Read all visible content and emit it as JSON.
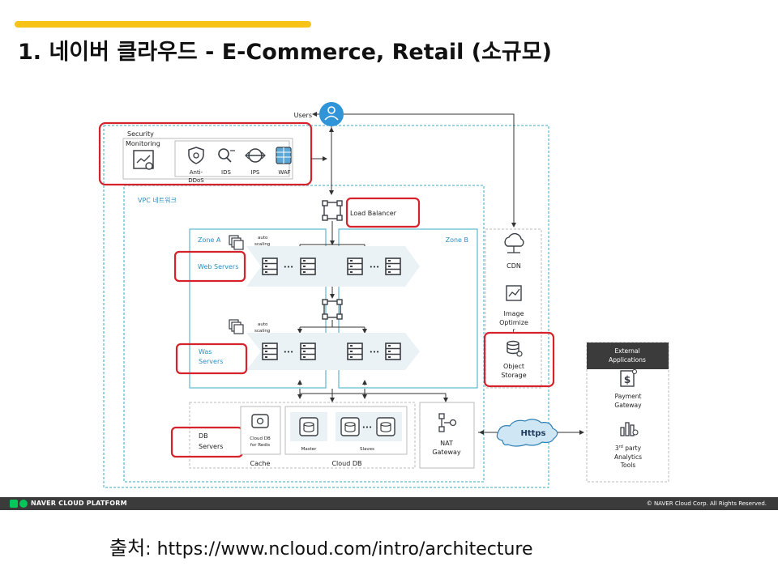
{
  "page": {
    "title": "1. 네이버 클라우드 - E-Commerce, Retail (소규모)",
    "source_prefix": "출처",
    "source_url": ": https://www.ncloud.com/intro/architecture"
  },
  "footer": {
    "brand": "NAVER CLOUD PLATFORM",
    "copyright": "© NAVER Cloud Corp. All Rights Reserved."
  },
  "diagram": {
    "users": "Users",
    "security_title_1": "Security",
    "security_title_2": "Monitoring",
    "anti_ddos_1": "Anti-",
    "anti_ddos_2": "DDoS",
    "ids": "IDS",
    "ips": "IPS",
    "waf": "WAF",
    "vpc": "VPC 네트워크",
    "load_balancer": "Load Balancer",
    "zone_a": "Zone A",
    "zone_b": "Zone B",
    "auto_scaling_1": "auto",
    "auto_scaling_2": "scaling",
    "web_servers": "Web Servers",
    "was_1": "Was",
    "was_2": "Servers",
    "ellipsis": "•••",
    "cdn": "CDN",
    "image_optimizer_1": "Image",
    "image_optimizer_2": "Optimize",
    "image_optimizer_3": "r",
    "object_storage_1": "Object",
    "object_storage_2": "Storage",
    "external_1": "External",
    "external_2": "Applications",
    "payment_1": "Payment",
    "payment_2": "Gateway",
    "third_party_1a": "3",
    "third_party_1b": "rd",
    "third_party_1c": " party",
    "third_party_2": "Analytics",
    "third_party_3": "Tools",
    "db_1": "DB",
    "db_2": "Servers",
    "cloud_db_redis_1": "Cloud DB",
    "cloud_db_redis_2": "for Redis",
    "master": "Master",
    "slaves": "Slaves",
    "cache": "Cache",
    "cloud_db": "Cloud DB",
    "nat_1": "NAT",
    "nat_2": "Gateway",
    "https": "Https"
  },
  "colors": {
    "accent": "#f7c416",
    "highlight": "#d6222a",
    "teal": "#3aa8c4",
    "vpc_label": "#2a8fc0",
    "icon": "#3a3f45",
    "users": "#2f95d8",
    "footer_bg": "#3b3b3b",
    "logo_green": "#03c75a"
  }
}
